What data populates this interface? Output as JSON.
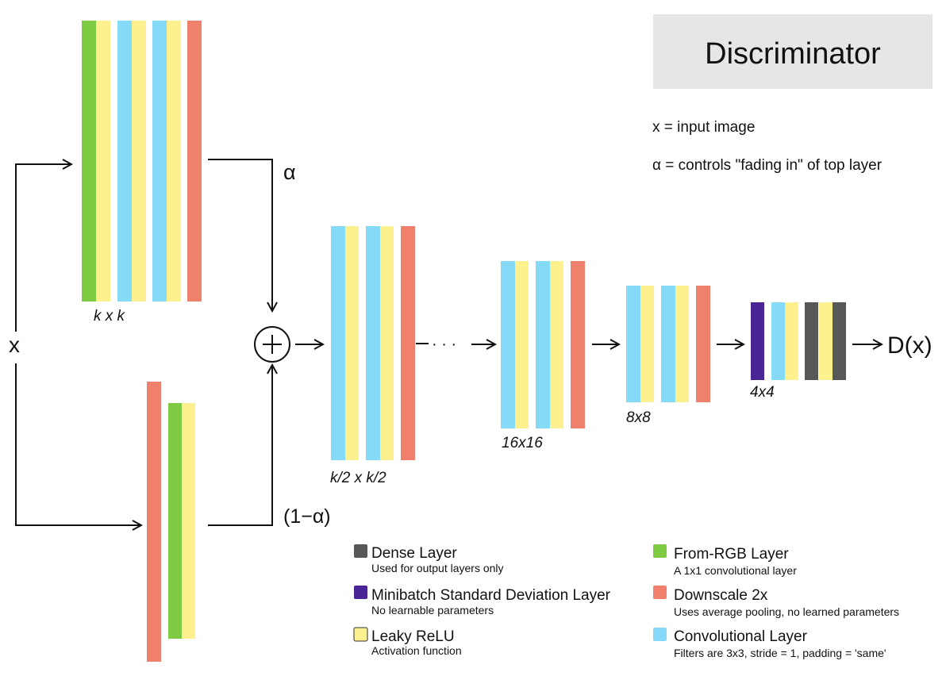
{
  "title": "Discriminator",
  "definitions": {
    "x": "x = input image",
    "alpha": "α = controls \"fading in\" of top layer"
  },
  "labels": {
    "input": "x",
    "alpha": "α",
    "one_minus_alpha": "(1−α)",
    "output": "D(x)",
    "res_kxk": "k x k",
    "res_k2": "k/2 x k/2",
    "res_16": "16x16",
    "res_8": "8x8",
    "res_4": "4x4",
    "dots": "· · ·"
  },
  "colors": {
    "dense": "#585858",
    "minibatch": "#4a2596",
    "leaky_relu": "#fdf08e",
    "from_rgb": "#7fcc44",
    "downscale": "#ee806c",
    "conv": "#84daf7"
  },
  "legend": [
    {
      "key": "dense",
      "title": "Dense Layer",
      "desc": "Used for output layers only"
    },
    {
      "key": "minibatch",
      "title": "Minibatch Standard Deviation Layer",
      "desc": "No learnable parameters"
    },
    {
      "key": "leaky_relu",
      "title": "Leaky ReLU",
      "desc": "Activation function"
    },
    {
      "key": "from_rgb",
      "title": "From-RGB Layer",
      "desc": "A 1x1 convolutional layer"
    },
    {
      "key": "downscale",
      "title": "Downscale 2x",
      "desc": "Uses average pooling, no learned parameters"
    },
    {
      "key": "conv",
      "title": "Convolutional Layer",
      "desc": "Filters are 3x3, stride = 1, padding = 'same'"
    }
  ],
  "blocks": {
    "top_kxk": [
      "from_rgb",
      "leaky_relu",
      "conv",
      "leaky_relu",
      "conv",
      "leaky_relu",
      "downscale"
    ],
    "bottom_branch": [
      "downscale",
      "from_rgb",
      "leaky_relu"
    ],
    "block_k2": [
      "conv",
      "leaky_relu",
      "conv",
      "leaky_relu",
      "downscale"
    ],
    "block_16": [
      "conv",
      "leaky_relu",
      "conv",
      "leaky_relu",
      "downscale"
    ],
    "block_8": [
      "conv",
      "leaky_relu",
      "conv",
      "leaky_relu",
      "downscale"
    ],
    "block_4": [
      "minibatch",
      "conv",
      "leaky_relu",
      "dense",
      "leaky_relu",
      "dense"
    ]
  }
}
